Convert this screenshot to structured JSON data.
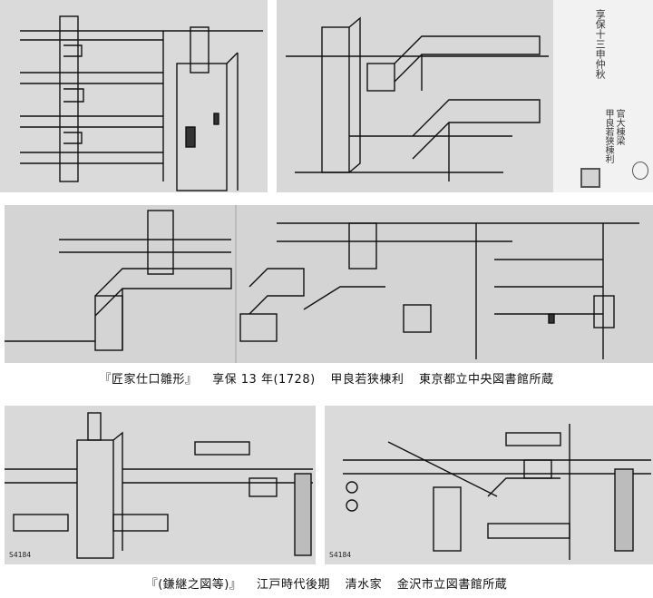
{
  "caption_1": {
    "title": "『匠家仕口雛形』",
    "date": "享保 13 年(1728)",
    "author": "甲良若狭棟利",
    "holder": "東京都立中央図書館所蔵"
  },
  "caption_2": {
    "title": "『(鎌継之図等)』",
    "date": "江戸時代後期",
    "author": "清水家",
    "holder": "金沢市立図書館所蔵"
  },
  "plates": {
    "top_right_vertical_1": "享保十三申仲秋",
    "top_right_vertical_2": "官大棟梁",
    "top_right_vertical_3": "甲良若狭棟利",
    "bottom_code_left": "S4184",
    "bottom_code_right": "S4184"
  }
}
